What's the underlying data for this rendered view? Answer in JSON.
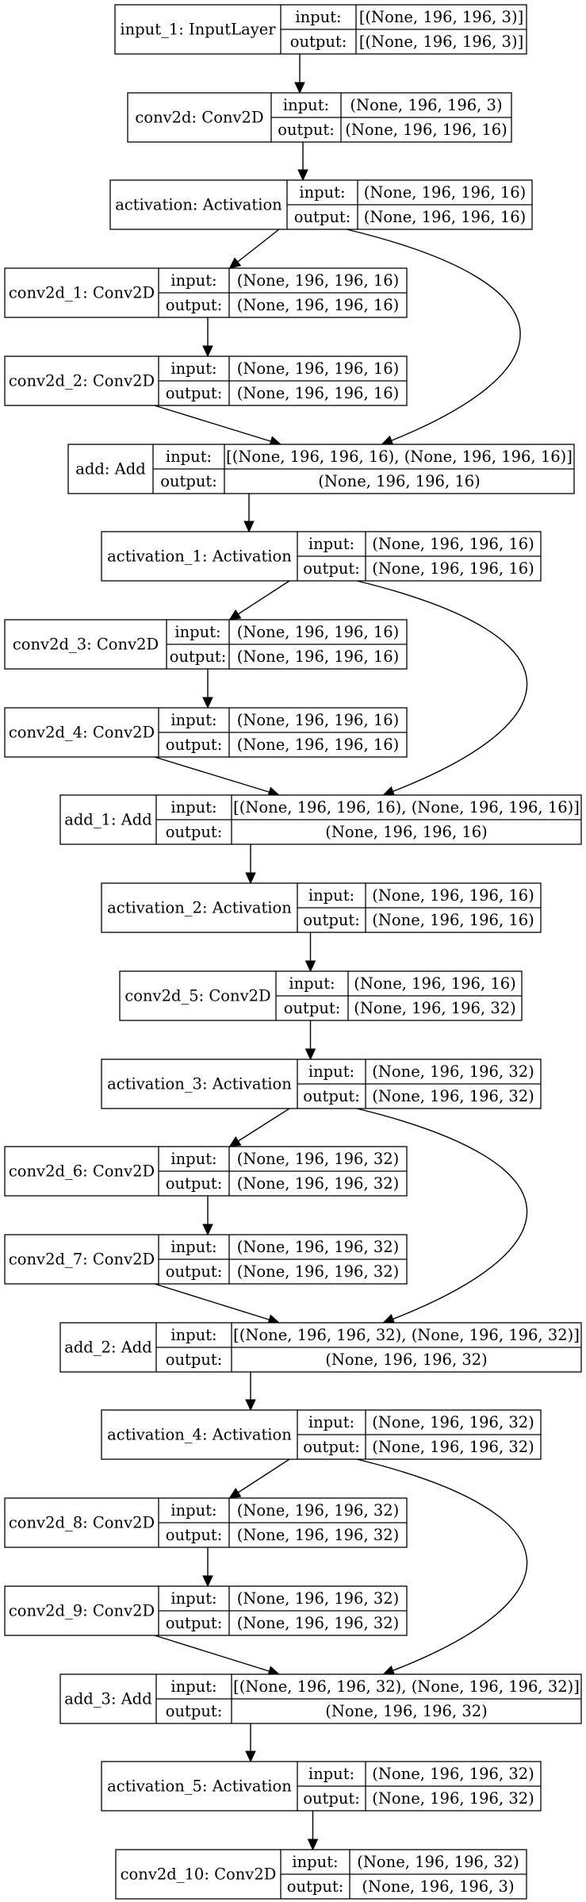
{
  "labels": {
    "input": "input:",
    "output": "output:"
  },
  "nodes": [
    {
      "id": "input_1",
      "name": "input_1: InputLayer",
      "input": "[(None, 196, 196, 3)]",
      "output": "[(None, 196, 196, 3)]"
    },
    {
      "id": "conv2d",
      "name": "conv2d: Conv2D",
      "input": "(None, 196, 196, 3)",
      "output": "(None, 196, 196, 16)"
    },
    {
      "id": "activation",
      "name": "activation: Activation",
      "input": "(None, 196, 196, 16)",
      "output": "(None, 196, 196, 16)"
    },
    {
      "id": "conv2d_1",
      "name": "conv2d_1: Conv2D",
      "input": "(None, 196, 196, 16)",
      "output": "(None, 196, 196, 16)"
    },
    {
      "id": "conv2d_2",
      "name": "conv2d_2: Conv2D",
      "input": "(None, 196, 196, 16)",
      "output": "(None, 196, 196, 16)"
    },
    {
      "id": "add",
      "name": "add: Add",
      "input": "[(None, 196, 196, 16), (None, 196, 196, 16)]",
      "output": "(None, 196, 196, 16)"
    },
    {
      "id": "activation_1",
      "name": "activation_1: Activation",
      "input": "(None, 196, 196, 16)",
      "output": "(None, 196, 196, 16)"
    },
    {
      "id": "conv2d_3",
      "name": "conv2d_3: Conv2D",
      "input": "(None, 196, 196, 16)",
      "output": "(None, 196, 196, 16)"
    },
    {
      "id": "conv2d_4",
      "name": "conv2d_4: Conv2D",
      "input": "(None, 196, 196, 16)",
      "output": "(None, 196, 196, 16)"
    },
    {
      "id": "add_1",
      "name": "add_1: Add",
      "input": "[(None, 196, 196, 16), (None, 196, 196, 16)]",
      "output": "(None, 196, 196, 16)"
    },
    {
      "id": "activation_2",
      "name": "activation_2: Activation",
      "input": "(None, 196, 196, 16)",
      "output": "(None, 196, 196, 16)"
    },
    {
      "id": "conv2d_5",
      "name": "conv2d_5: Conv2D",
      "input": "(None, 196, 196, 16)",
      "output": "(None, 196, 196, 32)"
    },
    {
      "id": "activation_3",
      "name": "activation_3: Activation",
      "input": "(None, 196, 196, 32)",
      "output": "(None, 196, 196, 32)"
    },
    {
      "id": "conv2d_6",
      "name": "conv2d_6: Conv2D",
      "input": "(None, 196, 196, 32)",
      "output": "(None, 196, 196, 32)"
    },
    {
      "id": "conv2d_7",
      "name": "conv2d_7: Conv2D",
      "input": "(None, 196, 196, 32)",
      "output": "(None, 196, 196, 32)"
    },
    {
      "id": "add_2",
      "name": "add_2: Add",
      "input": "[(None, 196, 196, 32), (None, 196, 196, 32)]",
      "output": "(None, 196, 196, 32)"
    },
    {
      "id": "activation_4",
      "name": "activation_4: Activation",
      "input": "(None, 196, 196, 32)",
      "output": "(None, 196, 196, 32)"
    },
    {
      "id": "conv2d_8",
      "name": "conv2d_8: Conv2D",
      "input": "(None, 196, 196, 32)",
      "output": "(None, 196, 196, 32)"
    },
    {
      "id": "conv2d_9",
      "name": "conv2d_9: Conv2D",
      "input": "(None, 196, 196, 32)",
      "output": "(None, 196, 196, 32)"
    },
    {
      "id": "add_3",
      "name": "add_3: Add",
      "input": "[(None, 196, 196, 32), (None, 196, 196, 32)]",
      "output": "(None, 196, 196, 32)"
    },
    {
      "id": "activation_5",
      "name": "activation_5: Activation",
      "input": "(None, 196, 196, 32)",
      "output": "(None, 196, 196, 32)"
    },
    {
      "id": "conv2d_10",
      "name": "conv2d_10: Conv2D",
      "input": "(None, 196, 196, 32)",
      "output": "(None, 196, 196, 3)"
    }
  ],
  "edges": [
    [
      "input_1",
      "conv2d"
    ],
    [
      "conv2d",
      "activation"
    ],
    [
      "activation",
      "conv2d_1"
    ],
    [
      "activation",
      "add"
    ],
    [
      "conv2d_1",
      "conv2d_2"
    ],
    [
      "conv2d_2",
      "add"
    ],
    [
      "add",
      "activation_1"
    ],
    [
      "activation_1",
      "conv2d_3"
    ],
    [
      "activation_1",
      "add_1"
    ],
    [
      "conv2d_3",
      "conv2d_4"
    ],
    [
      "conv2d_4",
      "add_1"
    ],
    [
      "add_1",
      "activation_2"
    ],
    [
      "activation_2",
      "conv2d_5"
    ],
    [
      "conv2d_5",
      "activation_3"
    ],
    [
      "activation_3",
      "conv2d_6"
    ],
    [
      "activation_3",
      "add_2"
    ],
    [
      "conv2d_6",
      "conv2d_7"
    ],
    [
      "conv2d_7",
      "add_2"
    ],
    [
      "add_2",
      "activation_4"
    ],
    [
      "activation_4",
      "conv2d_8"
    ],
    [
      "activation_4",
      "add_3"
    ],
    [
      "conv2d_8",
      "conv2d_9"
    ],
    [
      "conv2d_9",
      "add_3"
    ],
    [
      "add_3",
      "activation_5"
    ],
    [
      "activation_5",
      "conv2d_10"
    ]
  ]
}
